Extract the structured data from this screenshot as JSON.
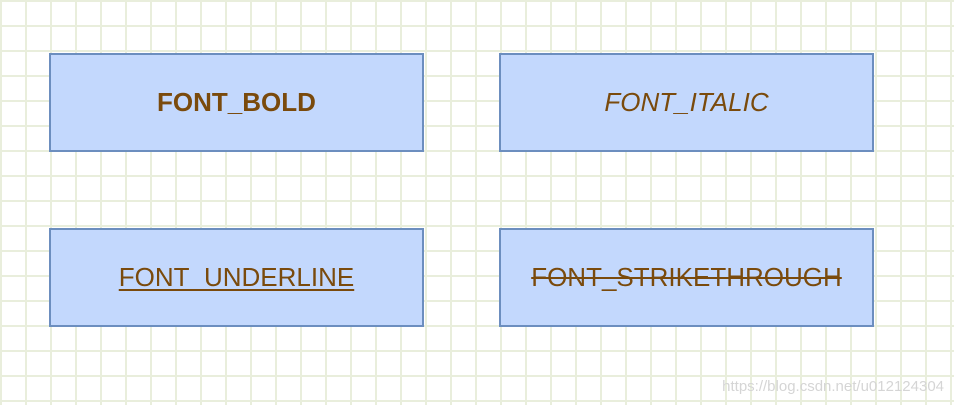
{
  "nodes": {
    "bold": {
      "label": "FONT_BOLD"
    },
    "italic": {
      "label": "FONT_ITALIC"
    },
    "underline": {
      "label": "FONT_UNDERLINE"
    },
    "strikethrough": {
      "label": "FONT_STRIKETHROUGH"
    }
  },
  "colors": {
    "node_fill": "#c3d8fd",
    "node_border": "#6c8ebf",
    "text": "#7a4a0c",
    "grid": "#e9eedc"
  },
  "watermark": "https://blog.csdn.net/u012124304"
}
